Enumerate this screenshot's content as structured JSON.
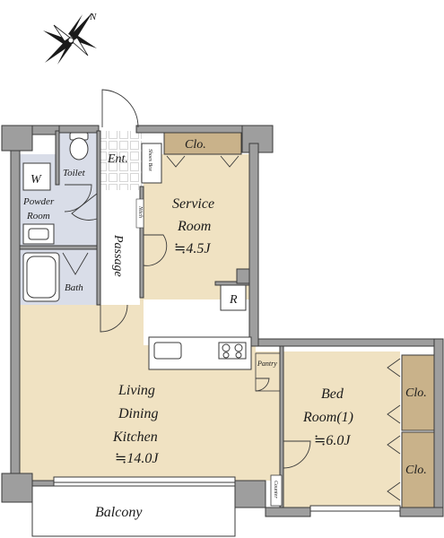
{
  "compass": {
    "north_label": "N"
  },
  "rooms": {
    "entrance": {
      "label": "Ent."
    },
    "shoes_box": {
      "label": "Shoes Box"
    },
    "closet_top": {
      "label": "Clo."
    },
    "toilet": {
      "label": "Toilet"
    },
    "washer": {
      "label": "W"
    },
    "powder_room": {
      "line1": "Powder",
      "line2": "Room"
    },
    "bath": {
      "label": "Bath"
    },
    "passage": {
      "label": "Passage"
    },
    "nitch": {
      "label": "Nitch"
    },
    "service_room": {
      "line1": "Service",
      "line2": "Room",
      "size": "≒4.5J"
    },
    "refrigerator": {
      "label": "R"
    },
    "pantry": {
      "label": "Pantry"
    },
    "ldk": {
      "line1": "Living",
      "line2": "Dining",
      "line3": "Kitchen",
      "size": "≒14.0J"
    },
    "bedroom": {
      "line1": "Bed",
      "line2": "Room(1)",
      "size": "≒6.0J"
    },
    "closet_right_upper": {
      "label": "Clo."
    },
    "closet_right_lower": {
      "label": "Clo."
    },
    "counter": {
      "label": "Counter"
    },
    "balcony": {
      "label": "Balcony"
    }
  },
  "colors": {
    "wall": "#9e9e9e",
    "floor_wood": "#f0e2c2",
    "floor_wet": "#d9dde8",
    "floor_tile": "#ffffff",
    "closet": "#c9b28a",
    "outline": "#3a3a3a"
  }
}
